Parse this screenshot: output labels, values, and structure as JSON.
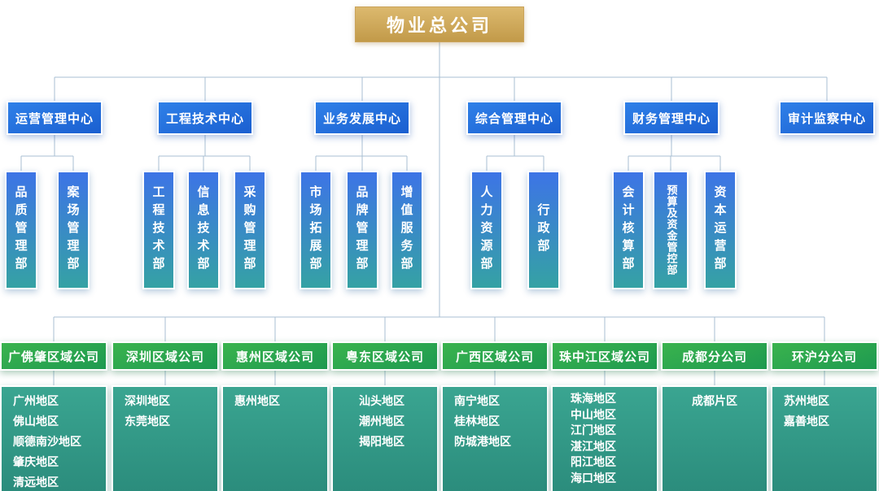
{
  "root": {
    "label": "物业总公司"
  },
  "centers": [
    {
      "label": "运营管理中心",
      "departments": [
        "品质管理部",
        "案场管理部"
      ]
    },
    {
      "label": "工程技术中心",
      "departments": [
        "工程技术部",
        "信息技术部",
        "采购管理部"
      ]
    },
    {
      "label": "业务发展中心",
      "departments": [
        "市场拓展部",
        "品牌管理部",
        "增值服务部"
      ]
    },
    {
      "label": "综合管理中心",
      "departments": [
        "人力资源部",
        "行政部"
      ]
    },
    {
      "label": "财务管理中心",
      "departments": [
        "会计核算部",
        "预算及资金管控部",
        "资本运营部"
      ]
    },
    {
      "label": "审计监察中心",
      "departments": []
    }
  ],
  "regions": [
    {
      "label": "广佛肇区域公司",
      "areas": [
        "广州地区",
        "佛山地区",
        "顺德南沙地区",
        "肇庆地区",
        "清远地区"
      ]
    },
    {
      "label": "深圳区域公司",
      "areas": [
        "深圳地区",
        "东莞地区"
      ]
    },
    {
      "label": "惠州区域公司",
      "areas": [
        "惠州地区"
      ]
    },
    {
      "label": "粤东区域公司",
      "areas": [
        "汕头地区",
        "潮州地区",
        "揭阳地区"
      ]
    },
    {
      "label": "广西区域公司",
      "areas": [
        "南宁地区",
        "桂林地区",
        "防城港地区"
      ]
    },
    {
      "label": "珠中江区域公司",
      "areas": [
        "珠海地区",
        "中山地区",
        "江门地区",
        "湛江地区",
        "阳江地区",
        "海口地区"
      ]
    },
    {
      "label": "成都分公司",
      "areas": [
        "成都片区"
      ]
    },
    {
      "label": "环沪分公司",
      "areas": [
        "苏州地区",
        "嘉善地区"
      ]
    }
  ],
  "colors": {
    "root_gold": "#c9a455",
    "center_blue": "#1f6cd9",
    "dept_gradient_top": "#3d74e6",
    "dept_gradient_bottom": "#35a2a4",
    "region_green": "#2aa64b",
    "area_teal": "#339a87",
    "connector_line": "#a9bfd3",
    "background": "#ffffff"
  }
}
